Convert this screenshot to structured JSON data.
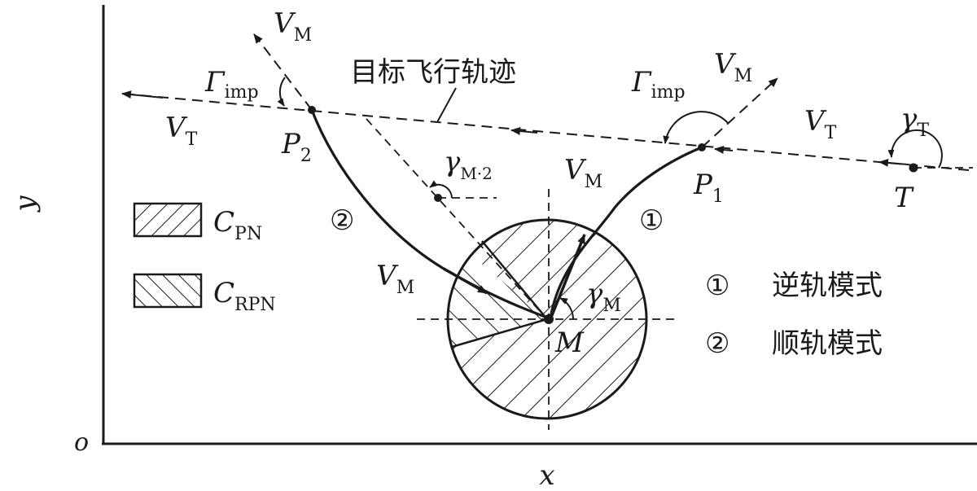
{
  "axes": {
    "x_label": "x",
    "y_label": "y",
    "origin_label": "o"
  },
  "trajectory_title": "目标飞行轨迹",
  "target": {
    "label": "T",
    "velocity": "V",
    "velocity_sub": "T",
    "angle": "γ",
    "angle_sub": "T"
  },
  "p1": {
    "label": "P",
    "label_sub": "1",
    "impact_angle": "Γ",
    "impact_angle_sub": "imp",
    "missile_velocity": "V",
    "missile_velocity_sub": "M"
  },
  "p2": {
    "label": "P",
    "label_sub": "2",
    "impact_angle": "Γ",
    "impact_angle_sub": "imp",
    "missile_velocity": "V",
    "missile_velocity_sub": "M",
    "target_velocity": "V",
    "target_velocity_sub": "T",
    "pip_angle": "γ",
    "pip_angle_sub": "M·2"
  },
  "missile": {
    "label": "M",
    "angle": "γ",
    "angle_sub": "M",
    "velocity_upper": "V",
    "velocity_upper_sub": "M",
    "velocity_left": "V",
    "velocity_left_sub": "M"
  },
  "legend": {
    "cpn": "C",
    "cpn_sub": "PN",
    "crpn": "C",
    "crpn_sub": "RPN"
  },
  "path_markers": {
    "path1": "①",
    "path2": "②"
  },
  "modes": [
    {
      "marker": "①",
      "label": "逆轨模式"
    },
    {
      "marker": "②",
      "label": "顺轨模式"
    }
  ]
}
